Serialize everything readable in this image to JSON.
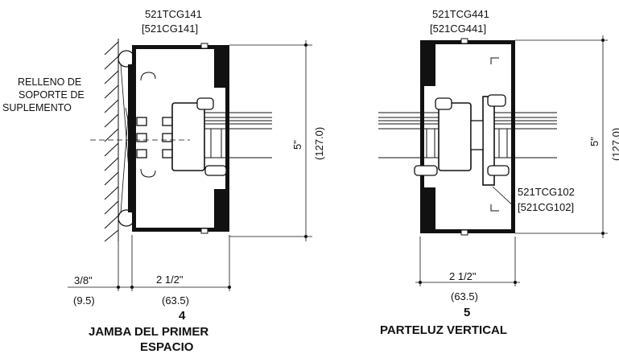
{
  "detail_4": {
    "number": "4",
    "title_line1": "JAMBA DEL PRIMER",
    "title_line2": "ESPACIO",
    "part_top_1": "521TCG141",
    "part_top_2": "[521CG141]",
    "callout_line1": "RELLENO DE",
    "callout_line2": "SOPORTE DE",
    "callout_line3": "SUPLEMENTO",
    "dim_height_in": "5\"",
    "dim_height_mm": "(127.0)",
    "dim_shim_in": "3/8\"",
    "dim_shim_mm": "(9.5)",
    "dim_depth_in": "2 1/2\"",
    "dim_depth_mm": "(63.5)"
  },
  "detail_5": {
    "number": "5",
    "title_line1": "PARTELUZ VERTICAL",
    "part_top_1": "521TCG441",
    "part_top_2": "[521CG441]",
    "part_side_1": "521TCG102",
    "part_side_2": "[521CG102]",
    "dim_height_in": "5\"",
    "dim_height_mm": "(127.0)",
    "dim_depth_in": "2 1/2\"",
    "dim_depth_mm": "(63.5)"
  }
}
